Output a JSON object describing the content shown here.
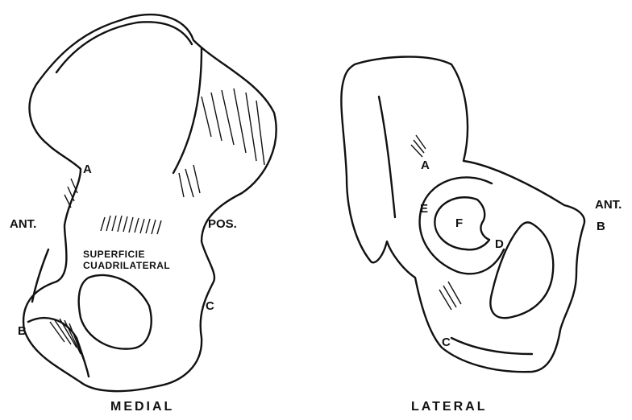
{
  "medial": {
    "caption": "MEDIAL",
    "labels": {
      "a": "A",
      "b": "B",
      "c": "C",
      "ant": "ANT.",
      "pos": "POS."
    },
    "region": {
      "line1": "SUPERFICIE",
      "line2": "CUADRILATERAL"
    }
  },
  "lateral": {
    "caption": "LATERAL",
    "labels": {
      "a": "A",
      "b": "B",
      "c": "C",
      "d": "D",
      "e": "E",
      "f": "F",
      "ant": "ANT."
    }
  },
  "colors": {
    "ink": "#111111",
    "background": "#ffffff"
  }
}
